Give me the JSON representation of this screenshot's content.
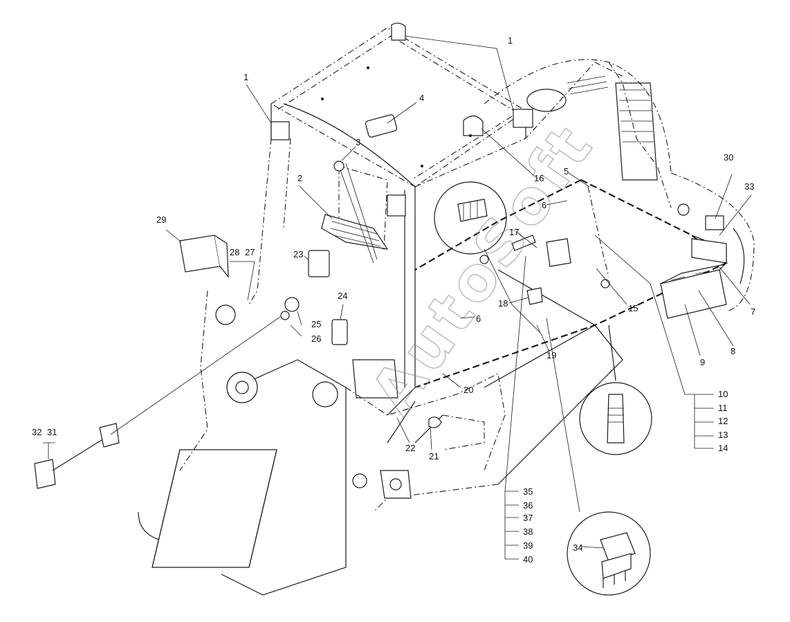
{
  "watermark": "AutoSoft",
  "callouts": {
    "c1a": "1",
    "c1b": "1",
    "c2": "2",
    "c3": "3",
    "c4": "4",
    "c5": "5",
    "c6a": "6",
    "c6b": "6",
    "c7": "7",
    "c8": "8",
    "c9": "9",
    "c10": "10",
    "c11": "11",
    "c12": "12",
    "c13": "13",
    "c14": "14",
    "c15": "15",
    "c16": "16",
    "c17": "17",
    "c18": "18",
    "c19": "19",
    "c20": "20",
    "c21": "21",
    "c22": "22",
    "c23": "23",
    "c24": "24",
    "c25": "25",
    "c26": "26",
    "c27": "27",
    "c28": "28",
    "c29": "29",
    "c30": "30",
    "c31": "31",
    "c32": "32",
    "c33": "33",
    "c34": "34",
    "c35": "35",
    "c36": "36",
    "c37": "37",
    "c38": "38",
    "c39": "39",
    "c40": "40"
  }
}
